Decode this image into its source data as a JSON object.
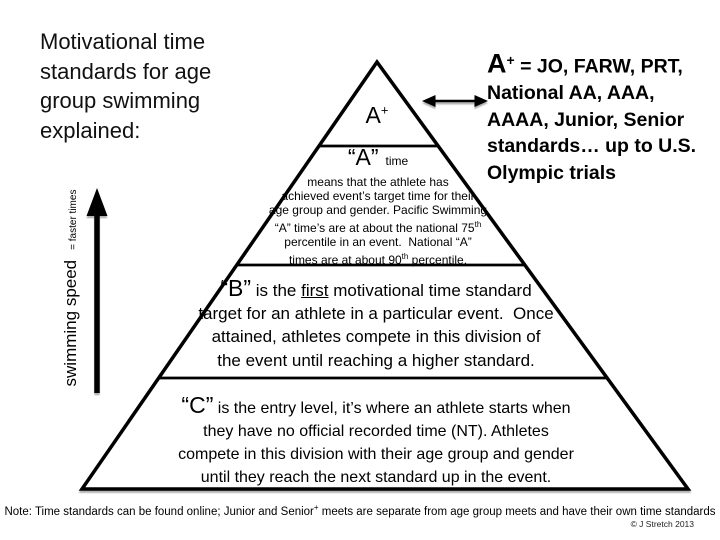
{
  "colors": {
    "ink": "#000000",
    "background": "#ffffff"
  },
  "title": {
    "line1": "Motivational time",
    "line2": "standards for age",
    "line3": "group swimming",
    "line4": "explained:"
  },
  "legend": {
    "term": "A",
    "term_sup": "+",
    "line1_rest": " = JO, FARW, PRT,",
    "line2": "National AA, AAA,",
    "line3": "AAAA, Junior, Senior",
    "line4": "standards… up to U.S.",
    "line5": "Olympic trials"
  },
  "axis": {
    "label": "swimming speed",
    "sublabel": "= faster times"
  },
  "pyramid": {
    "apex": {
      "label": "A",
      "sup": "+"
    },
    "level_a": {
      "heading": "“A”",
      "heading_small": "time",
      "line1": "means that the athlete has",
      "line2": "achieved event’s target time for their",
      "line3": "age group and gender. Pacific Swimming",
      "line4_text": "“A” time’s are at about the national 75",
      "line4_sup": "th",
      "line5": "percentile in an event.  National “A”",
      "line6_text": "times are at about 90",
      "line6_sup": "th",
      "line6_tail": " percentile."
    },
    "level_b": {
      "heading": "“B”",
      "line1_pre": " is the ",
      "line1_underlined": "first",
      "line1_post": " motivational time standard",
      "line2": "target for an athlete in a particular event.  Once",
      "line3": "attained, athletes compete in this division of",
      "line4": "the event until reaching a higher standard."
    },
    "level_c": {
      "heading": "“C”",
      "line1_rest": " is the entry level, it’s where an athlete starts when",
      "line2": "they have no official recorded time (NT). Athletes",
      "line3": "compete in this division with their age group and gender",
      "line4": "until they reach the next standard up in the event."
    }
  },
  "footer": {
    "note_pre": "Note:  Time standards can be found online; Junior and Senior",
    "note_sup": "+",
    "note_post": " meets are separate from age group meets and have their own time standards",
    "copyright": "© J Stretch 2013"
  }
}
